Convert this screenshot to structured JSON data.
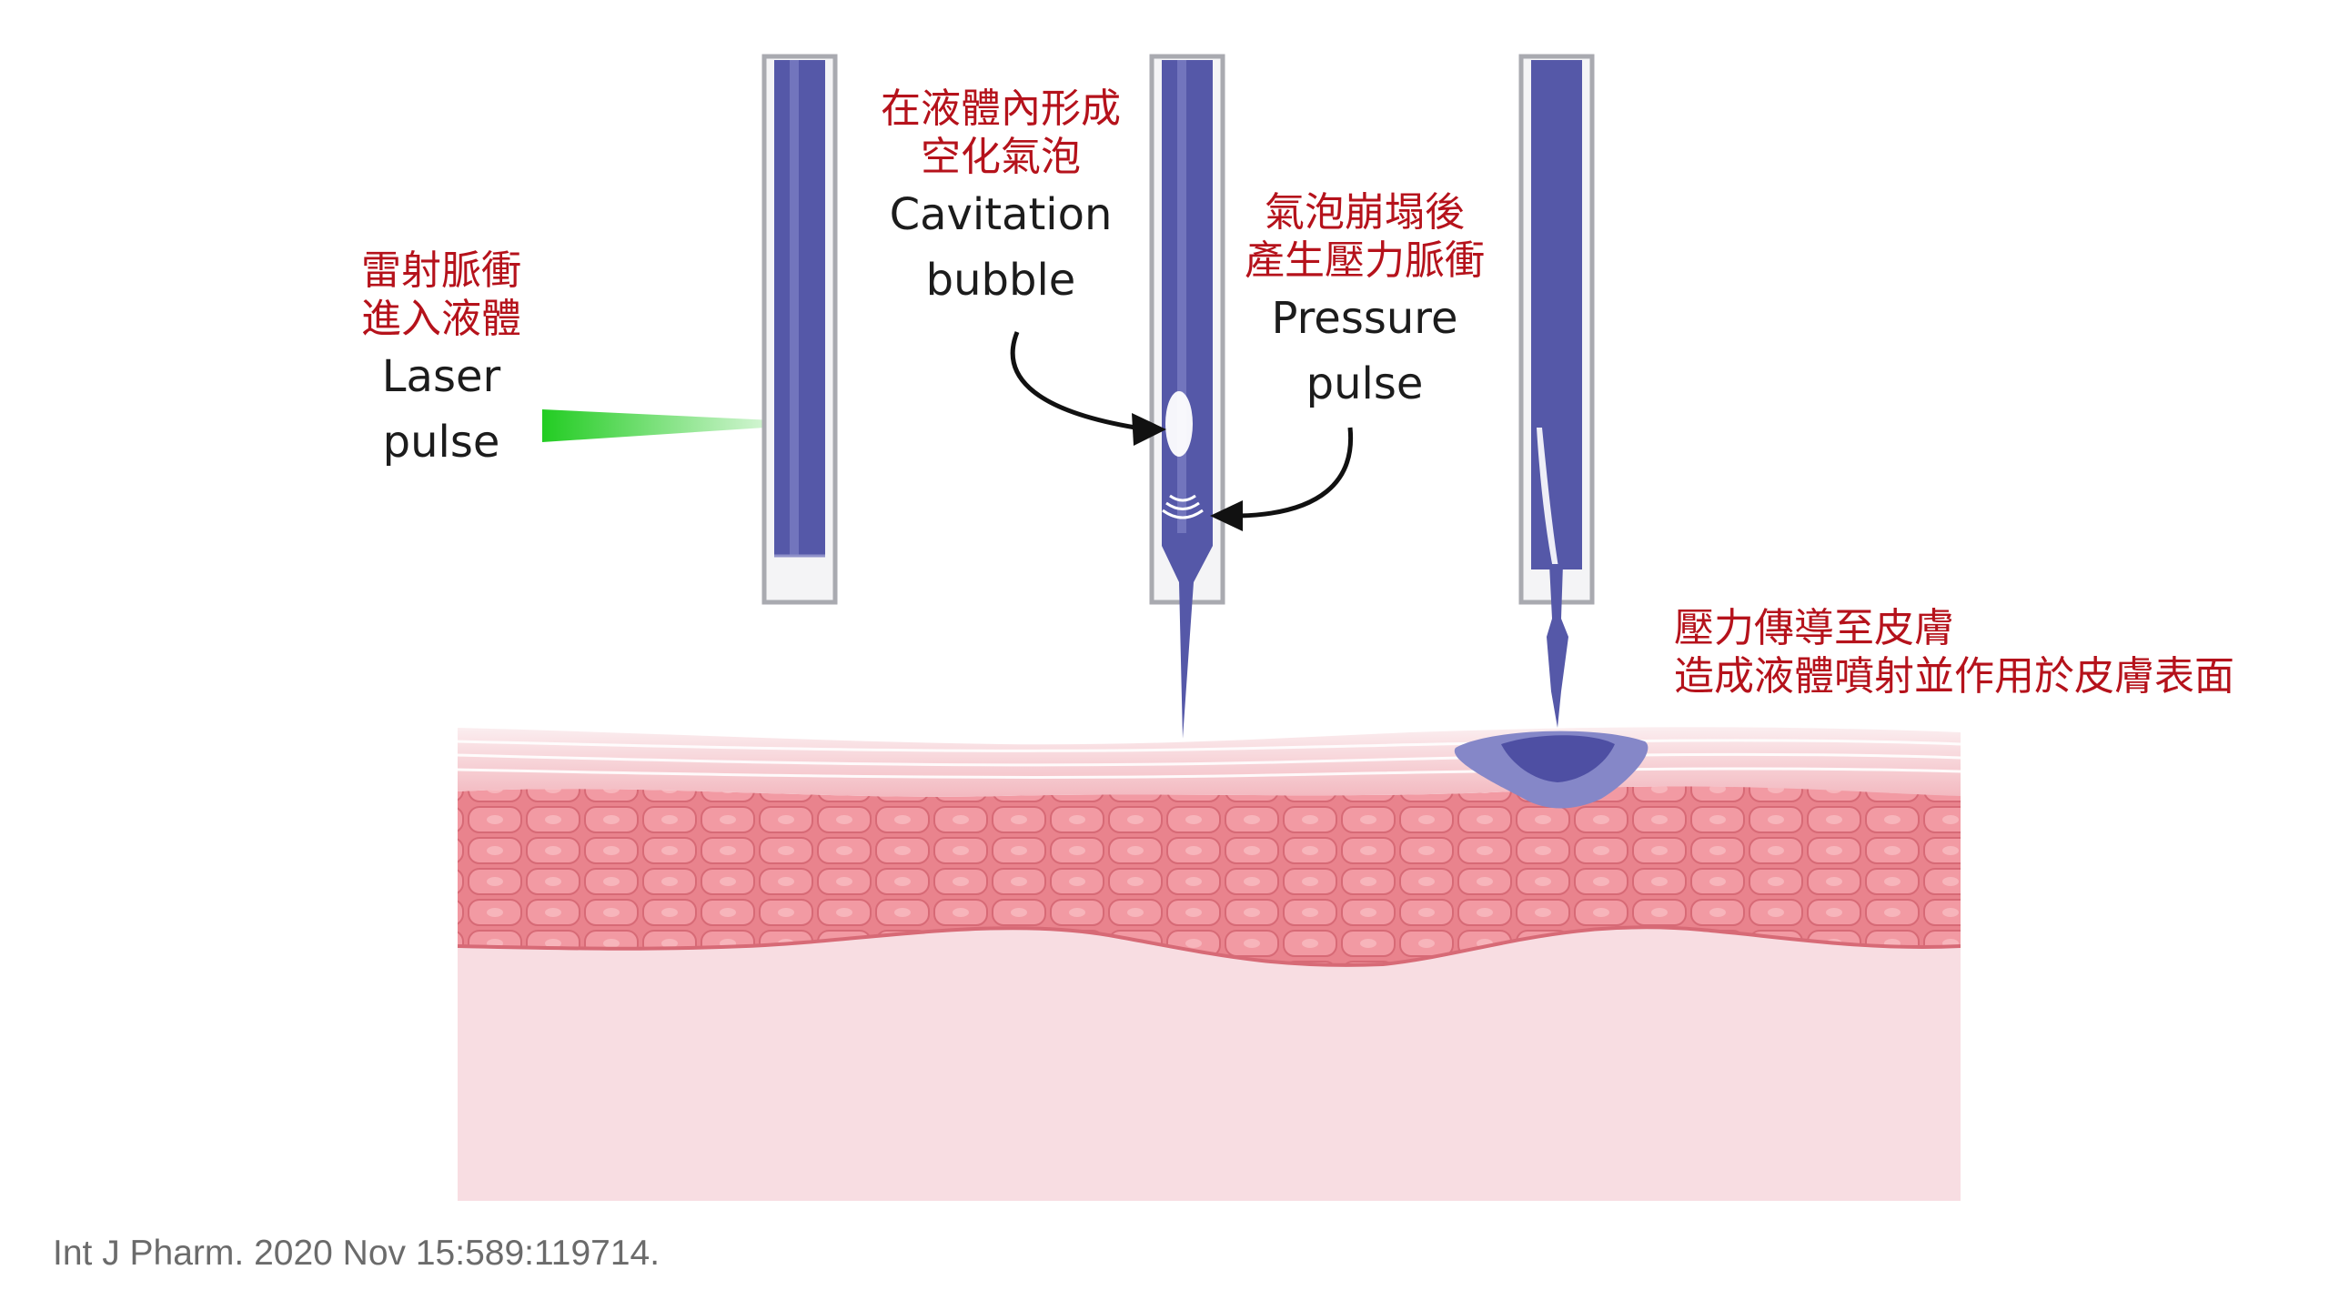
{
  "labels": {
    "laser": {
      "zh_line1": "雷射脈衝",
      "zh_line2": "進入液體",
      "en_line1": "Laser",
      "en_line2": "pulse"
    },
    "cavitation": {
      "zh_line1": "在液體內形成",
      "zh_line2": "空化氣泡",
      "en_line1": "Cavitation",
      "en_line2": "bubble"
    },
    "pressure": {
      "zh_line1": "氣泡崩塌後",
      "zh_line2": "產生壓力脈衝",
      "en_line1": "Pressure",
      "en_line2": "pulse"
    },
    "skin_effect": {
      "zh_line1": "壓力傳導至皮膚",
      "zh_line2": "造成液體噴射並作用於皮膚表面"
    }
  },
  "citation": "Int J Pharm. 2020 Nov 15:589:119714.",
  "colors": {
    "liquid": "#5558a8",
    "liquid_light": "#7f82c6",
    "tube_wall": "#a9aab0",
    "laser": "#22cc22",
    "label_zh": "#b5121b",
    "skin_surface": "#f7d8dc",
    "epidermis": "#e88690",
    "dermis": "#f8dde2"
  },
  "icons": [
    "laser-beam-icon",
    "cavitation-bubble-icon",
    "pressure-wave-icon",
    "arrow-icon"
  ]
}
